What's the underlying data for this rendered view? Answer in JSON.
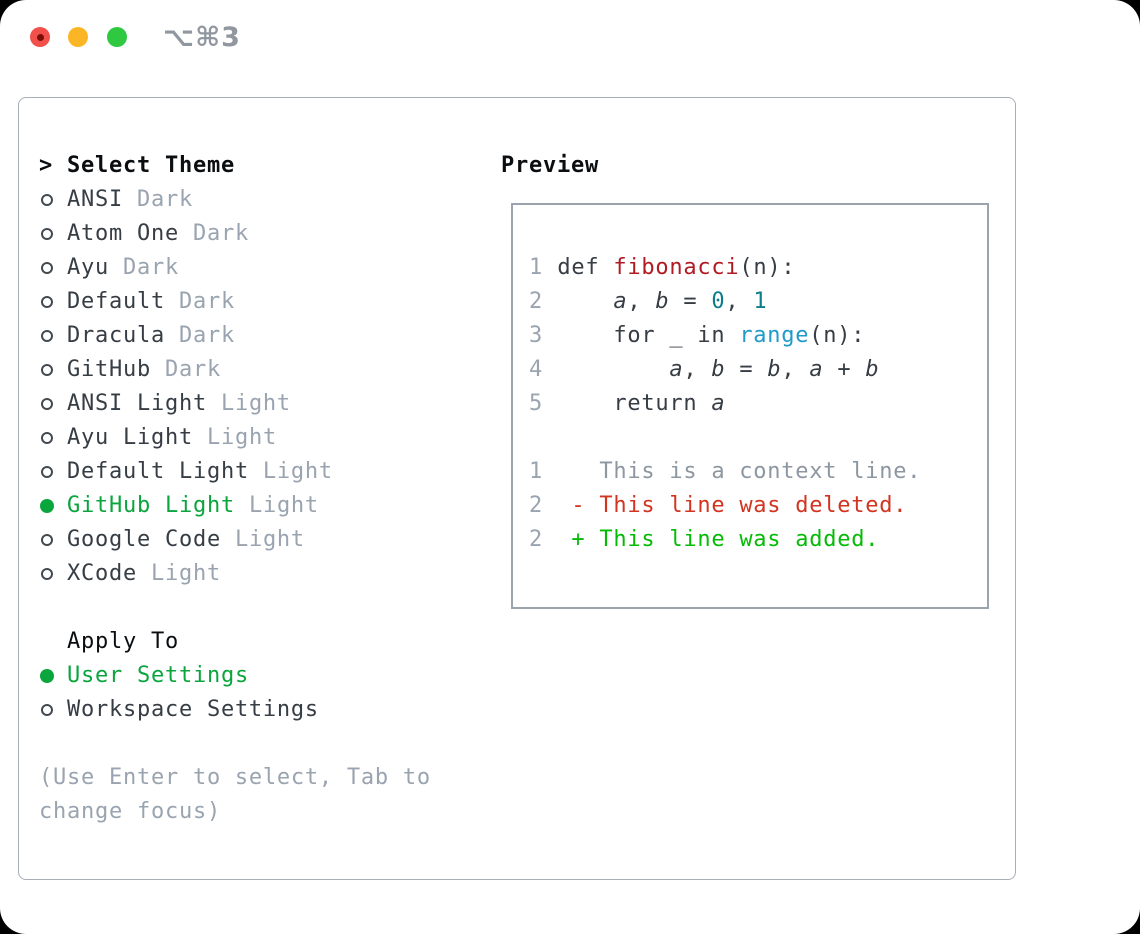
{
  "window": {
    "shortcut_title": "⌥⌘3",
    "traffic_lights": {
      "close_color": "#f1514a",
      "close_dot_color": "#7b0f08",
      "minimize_color": "#fbb626",
      "zoom_color": "#2ec940"
    }
  },
  "colors": {
    "accent_green": "#0ba53e",
    "muted_gray": "#9aa4b0",
    "text_dark": "#363d44",
    "diff_added": "#06bb06",
    "diff_deleted": "#d23420",
    "syntax_function": "#b01b23",
    "syntax_number": "#0c7d89",
    "syntax_builtin": "#2099cb",
    "panel_border": "#a8aeb8"
  },
  "theme_panel": {
    "header_prefix": ">",
    "header": "Select Theme",
    "themes": [
      {
        "name": "ANSI",
        "badge": "Dark",
        "selected": false
      },
      {
        "name": "Atom One",
        "badge": "Dark",
        "selected": false
      },
      {
        "name": "Ayu",
        "badge": "Dark",
        "selected": false
      },
      {
        "name": "Default",
        "badge": "Dark",
        "selected": false
      },
      {
        "name": "Dracula",
        "badge": "Dark",
        "selected": false
      },
      {
        "name": "GitHub",
        "badge": "Dark",
        "selected": false
      },
      {
        "name": "ANSI Light",
        "badge": "Light",
        "selected": false
      },
      {
        "name": "Ayu Light",
        "badge": "Light",
        "selected": false
      },
      {
        "name": "Default Light",
        "badge": "Light",
        "selected": false
      },
      {
        "name": "GitHub Light",
        "badge": "Light",
        "selected": true
      },
      {
        "name": "Google Code",
        "badge": "Light",
        "selected": false
      },
      {
        "name": "XCode",
        "badge": "Light",
        "selected": false
      }
    ],
    "apply_to": {
      "label": "Apply To",
      "options": [
        {
          "name": "User Settings",
          "selected": true
        },
        {
          "name": "Workspace Settings",
          "selected": false
        }
      ]
    },
    "hint_lines": [
      "(Use Enter to select, Tab to",
      "change focus)"
    ]
  },
  "preview": {
    "label": "Preview",
    "lines": [
      {
        "num": "1",
        "tokens": [
          {
            "t": "def ",
            "c": "plain"
          },
          {
            "t": "fibonacci",
            "c": "func"
          },
          {
            "t": "(n):",
            "c": "plain"
          }
        ]
      },
      {
        "num": "2",
        "tokens": [
          {
            "t": "    ",
            "c": "plain"
          },
          {
            "t": "a",
            "c": "var"
          },
          {
            "t": ", ",
            "c": "plain"
          },
          {
            "t": "b",
            "c": "var"
          },
          {
            "t": " = ",
            "c": "plain"
          },
          {
            "t": "0",
            "c": "num"
          },
          {
            "t": ", ",
            "c": "plain"
          },
          {
            "t": "1",
            "c": "num"
          }
        ]
      },
      {
        "num": "3",
        "tokens": [
          {
            "t": "    for _ in ",
            "c": "plain"
          },
          {
            "t": "range",
            "c": "builtin"
          },
          {
            "t": "(n):",
            "c": "plain"
          }
        ]
      },
      {
        "num": "4",
        "tokens": [
          {
            "t": "        ",
            "c": "plain"
          },
          {
            "t": "a",
            "c": "var"
          },
          {
            "t": ", ",
            "c": "plain"
          },
          {
            "t": "b",
            "c": "var"
          },
          {
            "t": " = ",
            "c": "plain"
          },
          {
            "t": "b",
            "c": "var"
          },
          {
            "t": ", ",
            "c": "plain"
          },
          {
            "t": "a",
            "c": "var"
          },
          {
            "t": " + ",
            "c": "plain"
          },
          {
            "t": "b",
            "c": "var"
          }
        ]
      },
      {
        "num": "5",
        "tokens": [
          {
            "t": "    return ",
            "c": "plain"
          },
          {
            "t": "a",
            "c": "var"
          }
        ]
      },
      {
        "num": "",
        "tokens": []
      },
      {
        "num": "1",
        "tokens": [
          {
            "t": "   This is a context line.",
            "c": "ctx"
          }
        ]
      },
      {
        "num": "2",
        "tokens": [
          {
            "t": " ",
            "c": "plain"
          },
          {
            "t": "- This line was deleted.",
            "c": "del"
          }
        ]
      },
      {
        "num": "2",
        "tokens": [
          {
            "t": " ",
            "c": "plain"
          },
          {
            "t": "+ This line was added.",
            "c": "add"
          }
        ]
      }
    ]
  }
}
